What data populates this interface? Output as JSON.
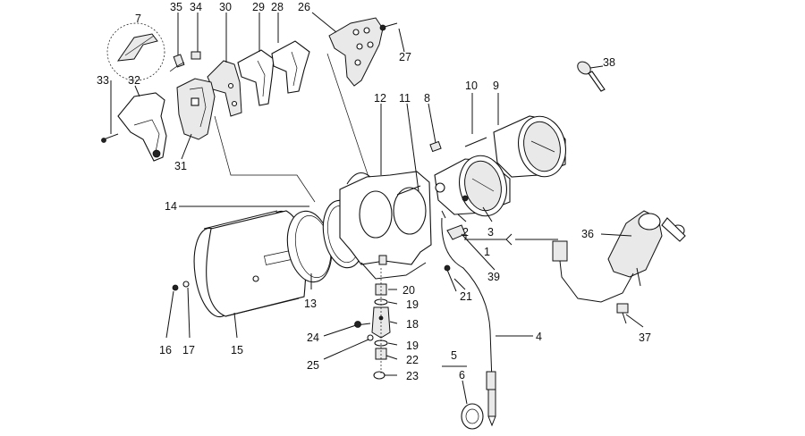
{
  "callouts": [
    {
      "id": "c7",
      "text": "7"
    },
    {
      "id": "c35",
      "text": "35"
    },
    {
      "id": "c34",
      "text": "34"
    },
    {
      "id": "c30",
      "text": "30"
    },
    {
      "id": "c29",
      "text": "29"
    },
    {
      "id": "c28",
      "text": "28"
    },
    {
      "id": "c26",
      "text": "26"
    },
    {
      "id": "c27",
      "text": "27"
    },
    {
      "id": "c38",
      "text": "38"
    },
    {
      "id": "c33",
      "text": "33"
    },
    {
      "id": "c32",
      "text": "32"
    },
    {
      "id": "c31",
      "text": "31"
    },
    {
      "id": "c12",
      "text": "12"
    },
    {
      "id": "c11",
      "text": "11"
    },
    {
      "id": "c8",
      "text": "8"
    },
    {
      "id": "c10",
      "text": "10"
    },
    {
      "id": "c9",
      "text": "9"
    },
    {
      "id": "c14",
      "text": "14"
    },
    {
      "id": "c2",
      "text": "2"
    },
    {
      "id": "c3",
      "text": "3"
    },
    {
      "id": "c1",
      "text": "1"
    },
    {
      "id": "c36",
      "text": "36"
    },
    {
      "id": "c39",
      "text": "39"
    },
    {
      "id": "c21",
      "text": "21"
    },
    {
      "id": "c13",
      "text": "13"
    },
    {
      "id": "c20",
      "text": "20"
    },
    {
      "id": "c19a",
      "text": "19"
    },
    {
      "id": "c18",
      "text": "18"
    },
    {
      "id": "c19b",
      "text": "19"
    },
    {
      "id": "c24",
      "text": "24"
    },
    {
      "id": "c25",
      "text": "25"
    },
    {
      "id": "c22",
      "text": "22"
    },
    {
      "id": "c23",
      "text": "23"
    },
    {
      "id": "c16",
      "text": "16"
    },
    {
      "id": "c17",
      "text": "17"
    },
    {
      "id": "c15",
      "text": "15"
    },
    {
      "id": "c4",
      "text": "4"
    },
    {
      "id": "c5",
      "text": "5"
    },
    {
      "id": "c6",
      "text": "6"
    },
    {
      "id": "c37",
      "text": "37"
    }
  ]
}
